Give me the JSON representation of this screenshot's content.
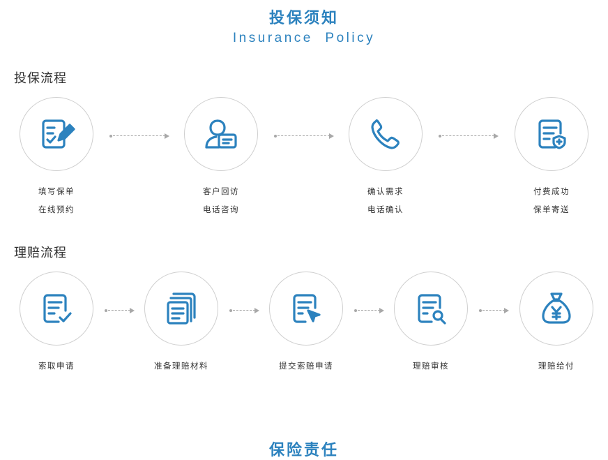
{
  "header": {
    "title": "投保须知",
    "subtitle": "Insurance  Policy"
  },
  "insure": {
    "title": "投保流程",
    "steps": [
      {
        "icon": "edit-form-icon",
        "line1": "填写保单",
        "line2": "在线预约"
      },
      {
        "icon": "customer-card-icon",
        "line1": "客户回访",
        "line2": "电话咨询"
      },
      {
        "icon": "phone-icon",
        "line1": "确认需求",
        "line2": "电话确认"
      },
      {
        "icon": "document-shield-icon",
        "line1": "付费成功",
        "line2": "保单寄送"
      }
    ]
  },
  "claim": {
    "title": "理赔流程",
    "steps": [
      {
        "icon": "document-check-icon",
        "label": "索取申请"
      },
      {
        "icon": "documents-stack-icon",
        "label": "准备理赔材料"
      },
      {
        "icon": "document-cursor-icon",
        "label": "提交索赔申请"
      },
      {
        "icon": "document-search-icon",
        "label": "理赔审核"
      },
      {
        "icon": "money-bag-icon",
        "label": "理赔给付"
      }
    ]
  },
  "footer": {
    "title": "保险责任"
  },
  "colors": {
    "accent": "#2c82be",
    "circle_border": "#cfcfcf",
    "arrow": "#a8a8a8",
    "text": "#333333"
  }
}
